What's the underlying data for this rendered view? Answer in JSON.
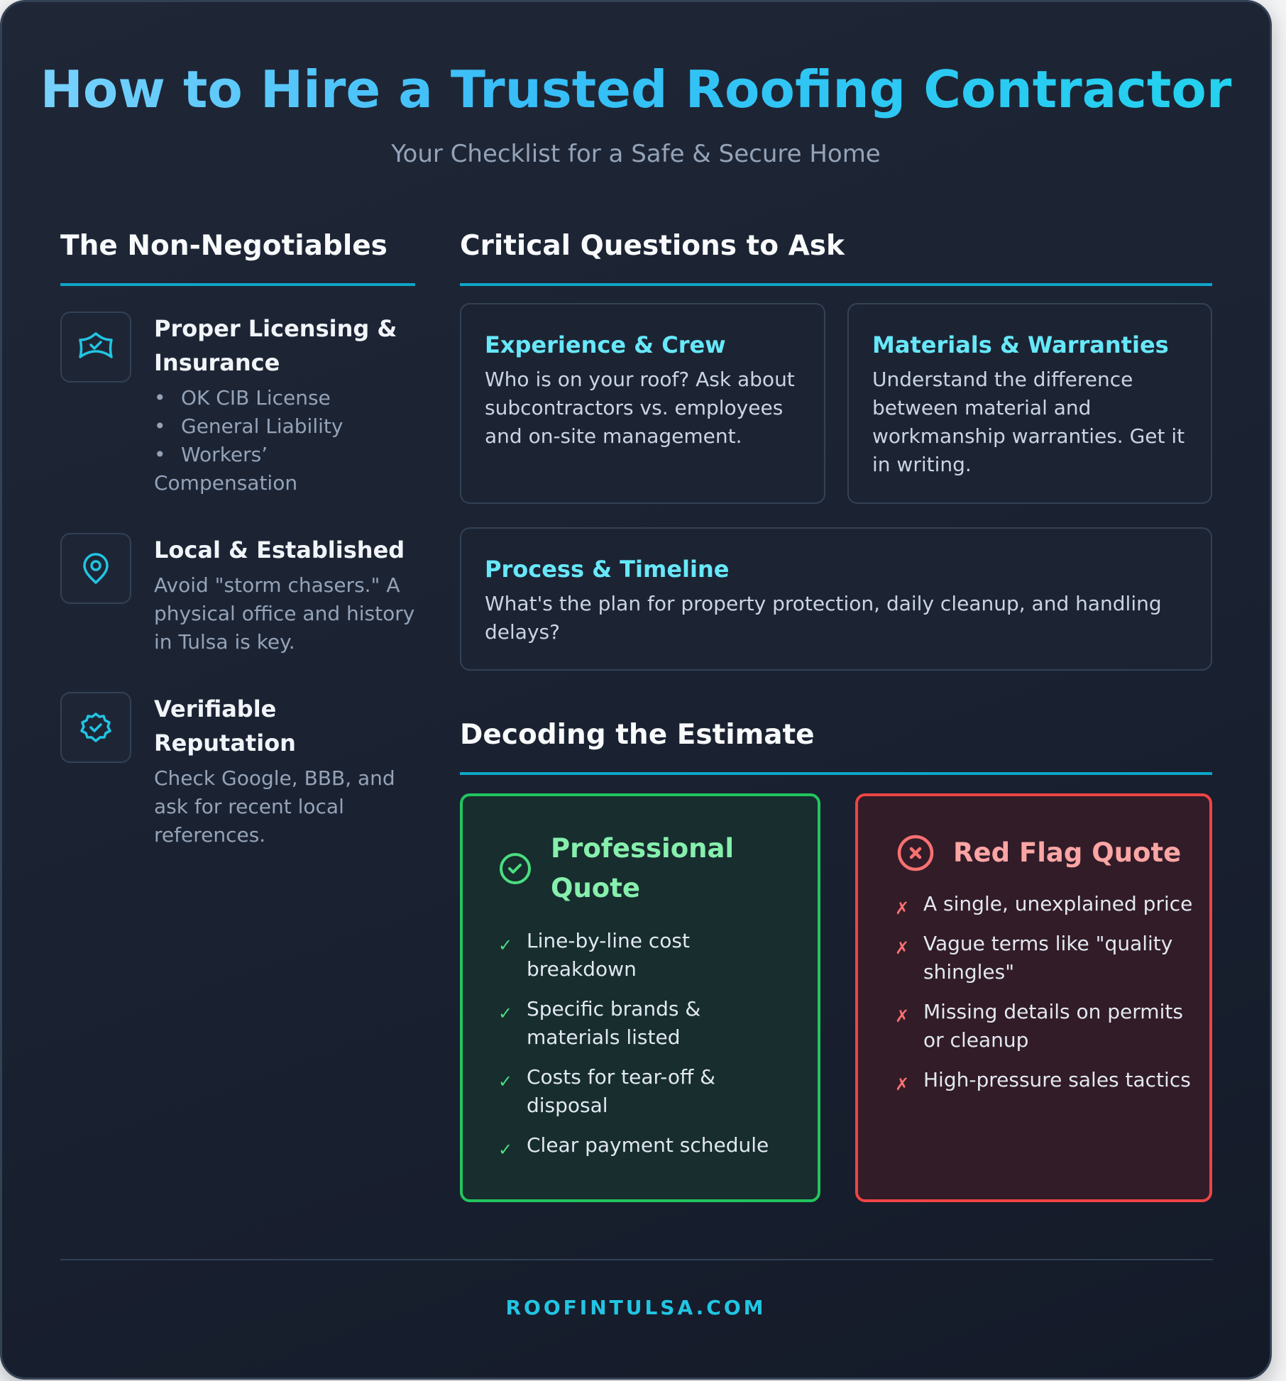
{
  "header": {
    "title": "How to Hire a Trusted Roofing Contractor",
    "subtitle": "Your Checklist for a Safe & Secure Home"
  },
  "non_negotiables": {
    "title": "The Non-Negotiables",
    "items": [
      {
        "icon": "shield-check-icon",
        "title": "Proper Licensing & Insurance",
        "bullets": [
          "OK CIB License",
          "General Liability",
          "Workers’ Compensation"
        ]
      },
      {
        "icon": "map-pin-icon",
        "title": "Local & Established",
        "description": "Avoid \"storm chasers.\" A physical office and history in Tulsa is key."
      },
      {
        "icon": "badge-check-icon",
        "title": "Verifiable Reputation",
        "description": "Check Google, BBB, and ask for recent local references."
      }
    ]
  },
  "questions": {
    "title": "Critical Questions to Ask",
    "cards": [
      {
        "title": "Experience & Crew",
        "description": "Who is on your roof? Ask about subcontractors vs. employees and on-site management."
      },
      {
        "title": "Materials & Warranties",
        "description": "Understand the difference between material and workmanship warranties. Get it in writing."
      },
      {
        "title": "Process & Timeline",
        "description": "What's the plan for property protection, daily cleanup, and handling delays?"
      }
    ]
  },
  "estimate": {
    "title": "Decoding the Estimate",
    "professional": {
      "icon": "check-circle-icon",
      "title": "Professional Quote",
      "mark": "✓",
      "items": [
        "Line-by-line cost breakdown",
        "Specific brands & materials listed",
        "Costs for tear-off & disposal",
        "Clear payment schedule"
      ]
    },
    "red_flag": {
      "icon": "x-circle-icon",
      "title": "Red Flag Quote",
      "mark": "✗",
      "items": [
        "A single, unexplained price",
        "Vague terms like \"quality shingles\"",
        "Missing details on permits or cleanup",
        "High-pressure sales tactics"
      ]
    }
  },
  "footer": {
    "site": "ROOFINTULSA.COM"
  },
  "colors": {
    "accent": "#22d3ee",
    "title_gradient_start": "#7dd3fc",
    "background": "#1b2333",
    "good": "#22c55e",
    "bad": "#ef4444"
  }
}
